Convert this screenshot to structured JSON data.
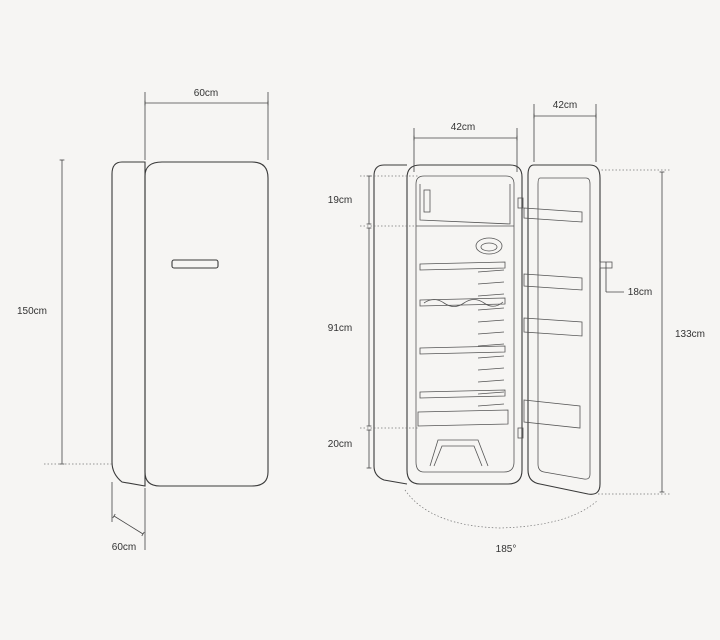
{
  "front_view": {
    "width_label": "60cm",
    "height_label": "150cm",
    "depth_label": "60cm"
  },
  "open_view": {
    "body_width_label": "42cm",
    "door_width_label": "42cm",
    "freezer_label": "19cm",
    "fridge_label": "91cm",
    "crisper_label": "20cm",
    "handle_label": "18cm",
    "door_height_label": "133cm",
    "angle_label": "185°"
  }
}
